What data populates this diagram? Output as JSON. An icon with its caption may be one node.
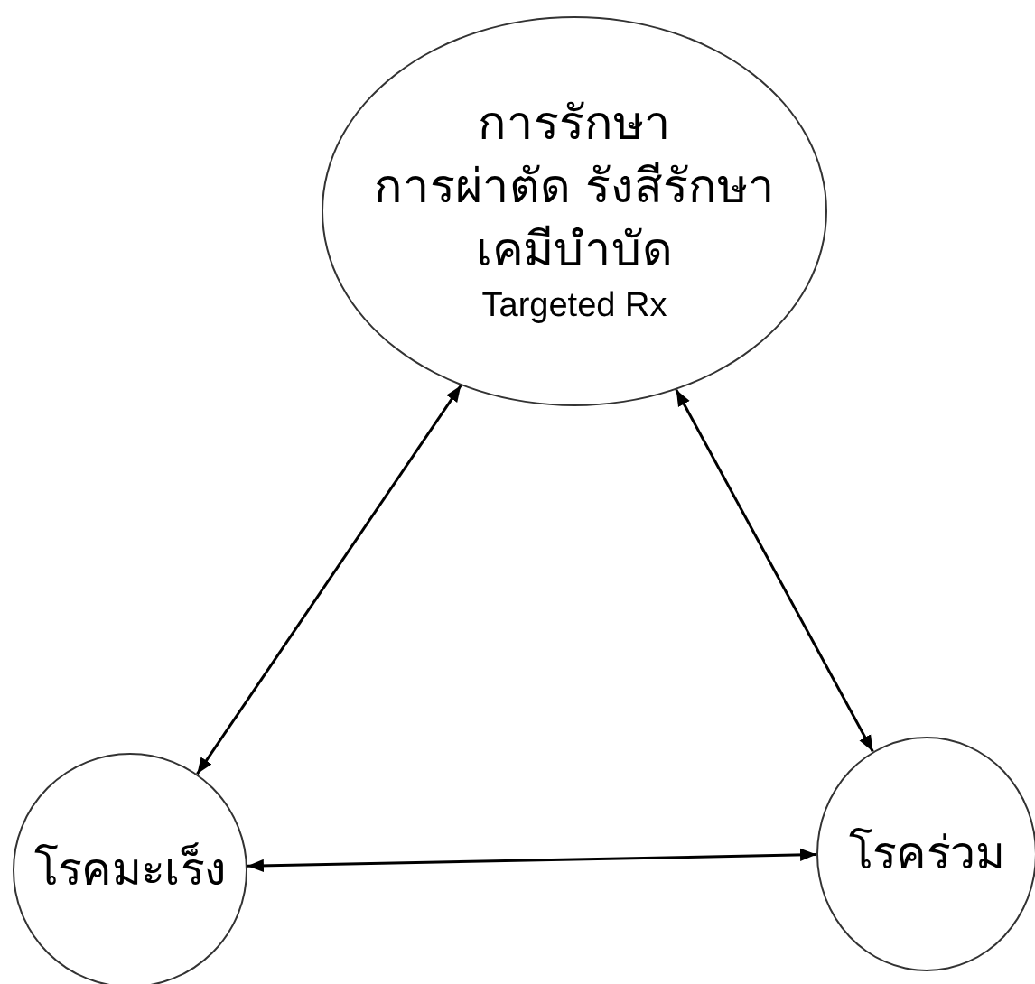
{
  "diagram": {
    "nodes": [
      {
        "text": [
          "การรักษา",
          "การผ่าตัด รังสีรักษา",
          "เคมีบำบัด",
          "Targeted Rx"
        ]
      },
      {
        "text": [
          "โรคมะเร็ง"
        ]
      },
      {
        "text": [
          "โรคร่วม"
        ]
      }
    ],
    "edges": [
      {
        "from": 0,
        "to": 1,
        "arrow": "both"
      },
      {
        "from": 0,
        "to": 2,
        "arrow": "both"
      },
      {
        "from": 1,
        "to": 2,
        "arrow": "both"
      }
    ]
  }
}
